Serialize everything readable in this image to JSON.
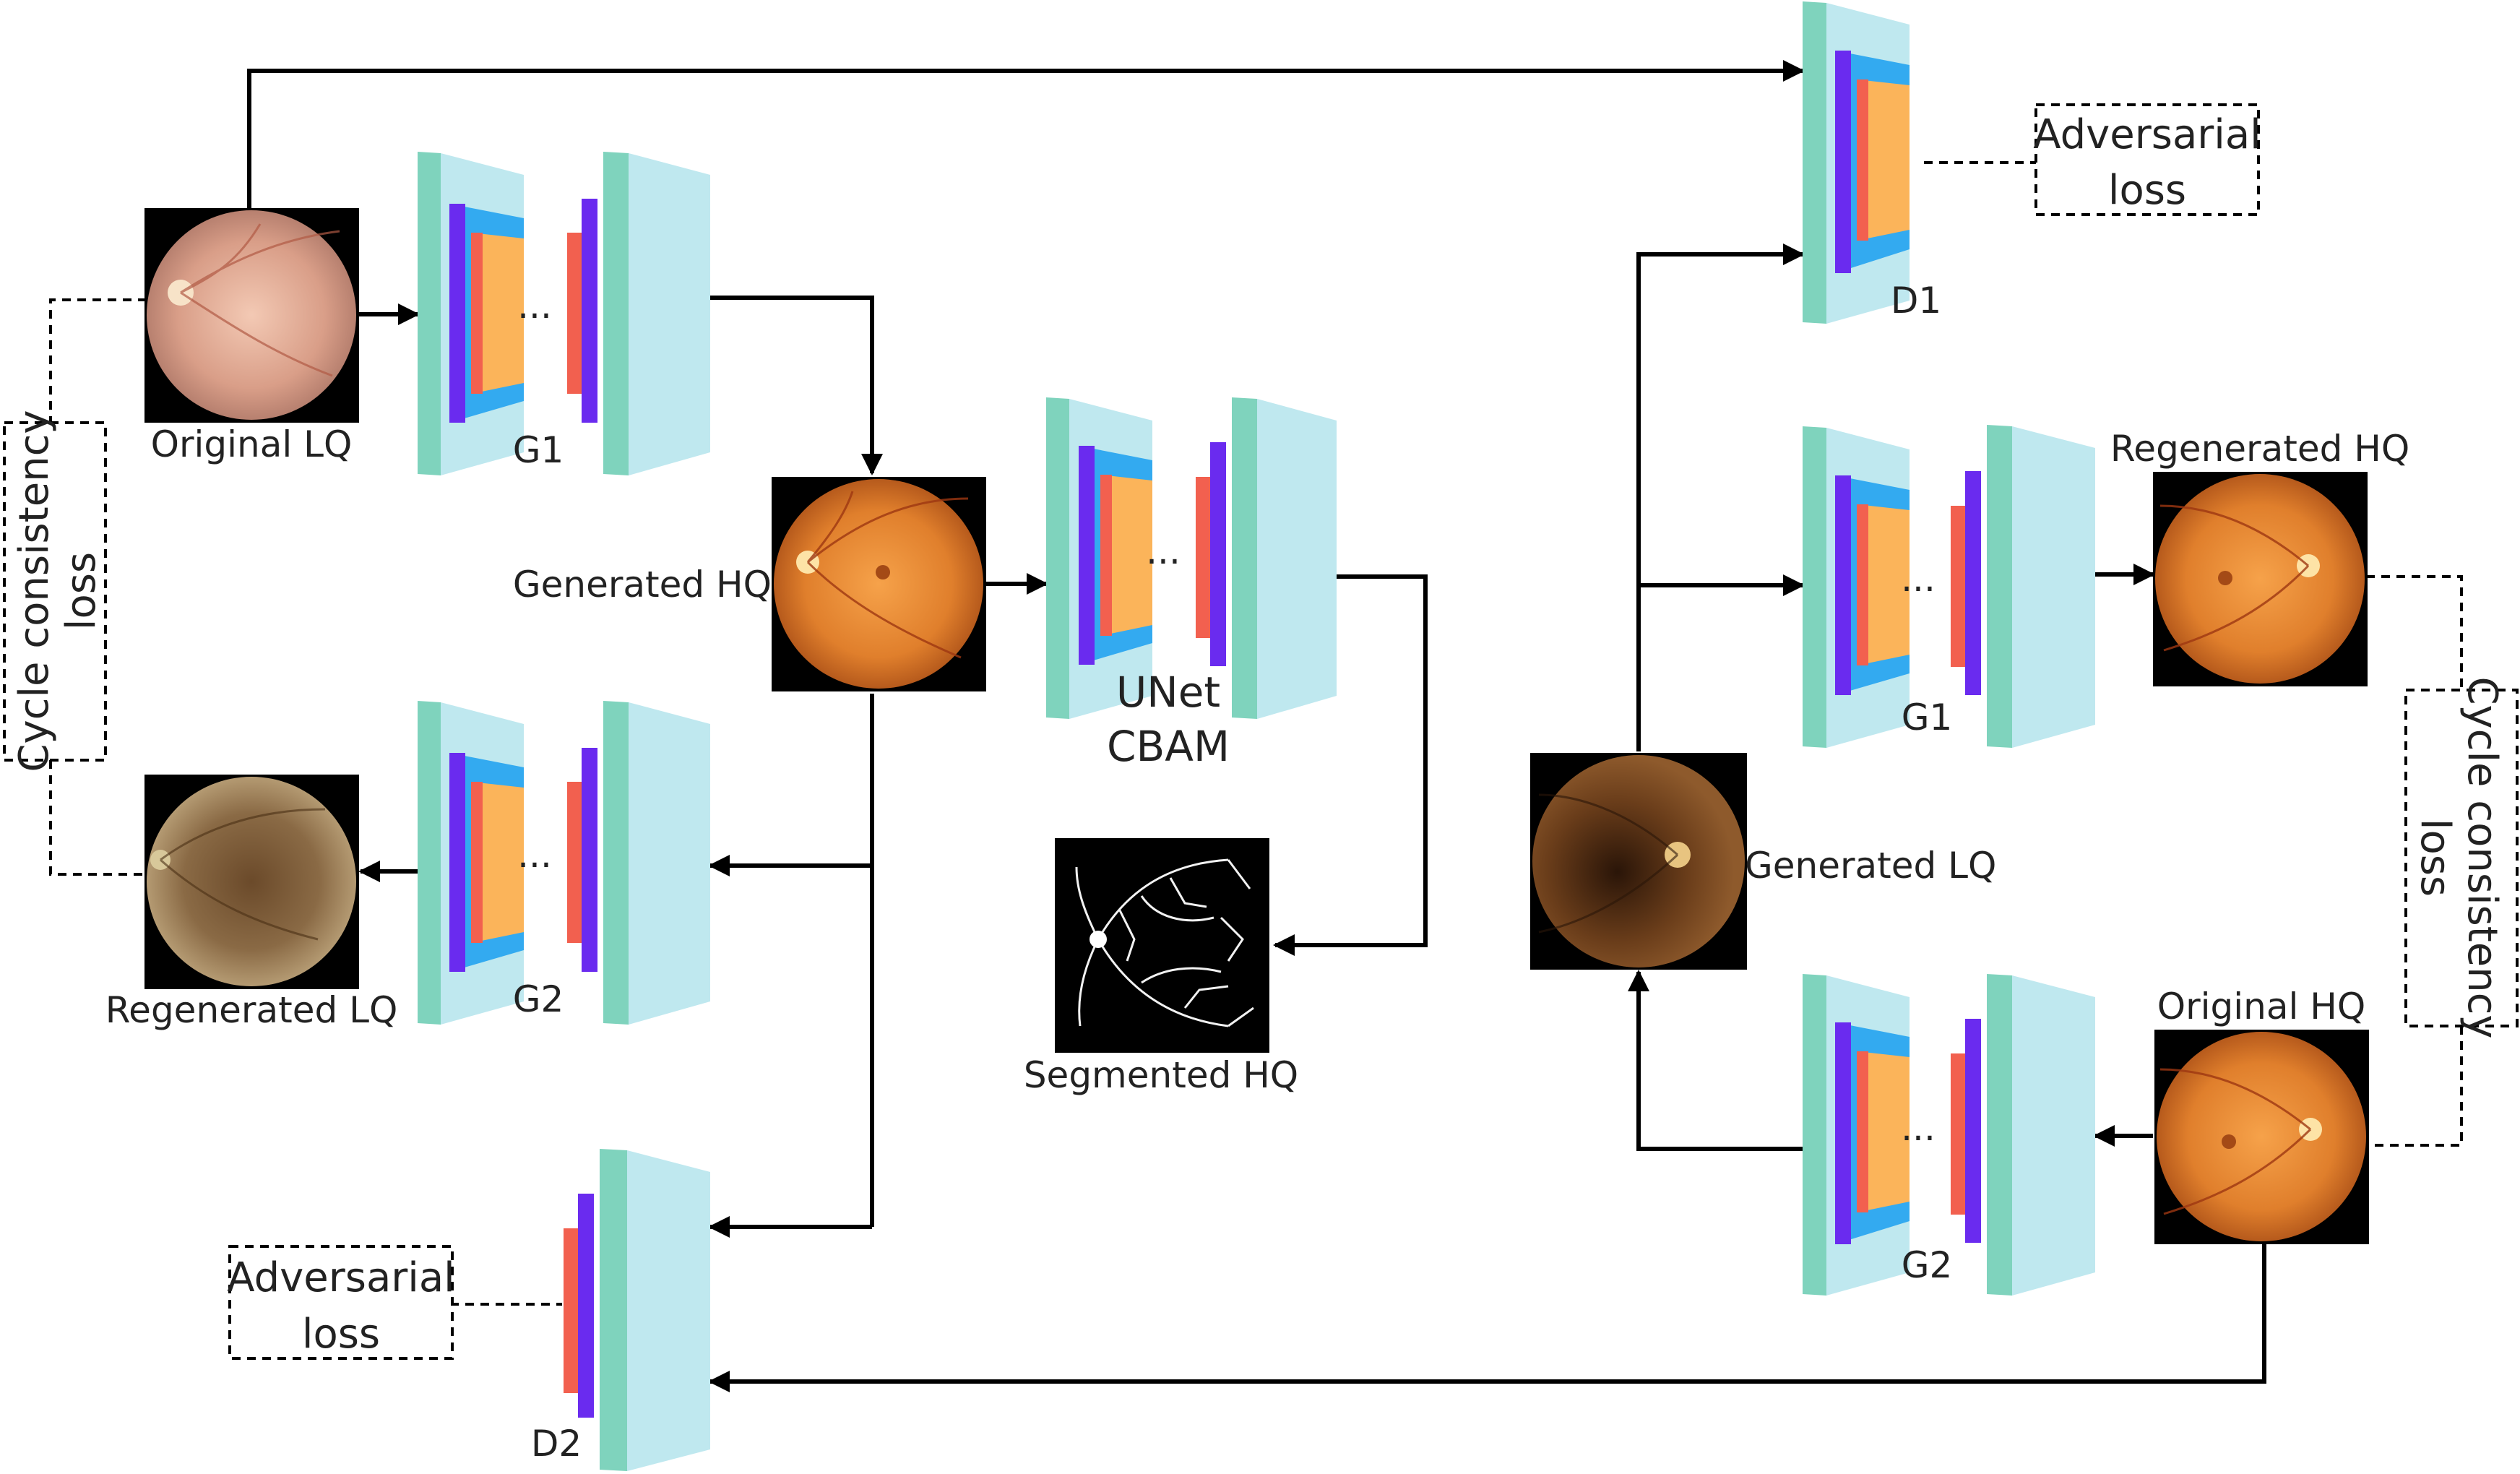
{
  "labels": {
    "original_lq": "Original LQ",
    "generated_hq": "Generated HQ",
    "regenerated_lq": "Regenerated LQ",
    "segmented_hq": "Segmented HQ",
    "regenerated_hq": "Regenerated HQ",
    "generated_lq": "Generated LQ",
    "original_hq": "Original HQ",
    "g1_left": "G1",
    "g2_left": "G2",
    "d2": "D2",
    "d1": "D1",
    "g1_right": "G1",
    "g2_right": "G2",
    "unet_line1": "UNet",
    "unet_line2": "CBAM",
    "adv_loss_line1": "Adversarial",
    "adv_loss_line2": "loss",
    "cycle_line1": "Cycle consistency",
    "cycle_line2": "loss",
    "ellipsis": "..."
  },
  "colors": {
    "teal": "#7fd3bd",
    "light_blue": "#bfe8ef",
    "blue": "#33aaf0",
    "purple": "#6a2bef",
    "salmon": "#f2604f",
    "orange": "#fbb45a",
    "arrow": "#000000"
  }
}
